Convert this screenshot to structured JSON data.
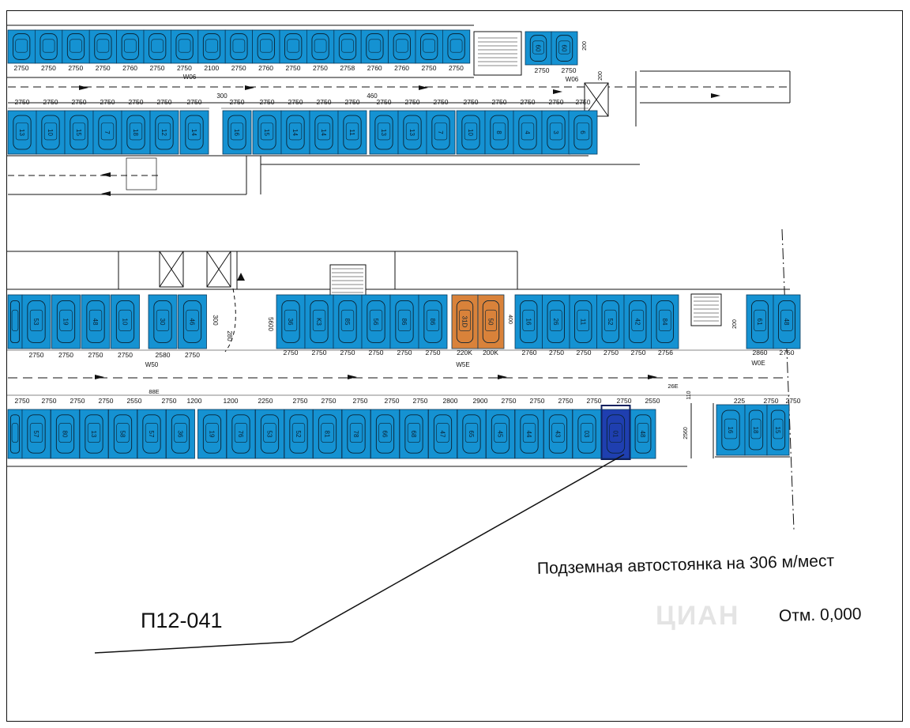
{
  "plan": {
    "title": "Подземная автостоянка на 306 м/мест",
    "elevation": "Отм. 0,000",
    "code": "П12-041",
    "watermark": "ЦИАН",
    "colors": {
      "slot": "#1592d2",
      "slot_border": "#0b3a5c",
      "selected": "#1f3fb0",
      "orange": "#d9823a",
      "line": "#111111"
    },
    "row1_top": {
      "spots": [
        "",
        "",
        "",
        "",
        "",
        "",
        "",
        "",
        "",
        "",
        "",
        "",
        "",
        "",
        "",
        "",
        "",
        "60",
        "60"
      ],
      "dims": [
        "2750",
        "2750",
        "2750",
        "2750",
        "2760",
        "2750",
        "2750",
        "2100",
        "2750",
        "2760",
        "2750",
        "2750",
        "2758",
        "2760",
        "2760",
        "2750",
        "2750",
        "2750",
        "2750"
      ],
      "wall_tag_a": "W06",
      "wall_tag_b": "W06",
      "extra": [
        "200",
        "200"
      ]
    },
    "row1_bottom": {
      "spots": [
        "13",
        "10",
        "15",
        "7",
        "18",
        "12",
        "14",
        "16",
        "15",
        "14",
        "14",
        "11",
        "13",
        "13",
        "7",
        "10",
        "8",
        "4",
        "3",
        "6"
      ],
      "dims": [
        "2750",
        "2750",
        "2750",
        "2750",
        "2750",
        "2750",
        "2750",
        "2750",
        "2750",
        "2750",
        "2750",
        "2750",
        "2750",
        "2750",
        "2750",
        "2750",
        "2750",
        "2750",
        "2750",
        "2750"
      ],
      "tags": [
        "300",
        "460"
      ]
    },
    "row2_top": {
      "spots_a": [
        "53",
        "19",
        "48",
        "10",
        "30",
        "46"
      ],
      "dims_a": [
        "2750",
        "2750",
        "2750",
        "2750",
        "2580",
        "2750"
      ],
      "spots_b": [
        "36",
        "K3",
        "85",
        "56",
        "86",
        "86"
      ],
      "dims_b": [
        "2750",
        "2750",
        "2750",
        "2750",
        "2750",
        "2750"
      ],
      "orange_spots": [
        "31D",
        "50"
      ],
      "dims_orange": [
        "220K",
        "200K"
      ],
      "spots_c": [
        "16",
        "26",
        "11",
        "52",
        "42",
        "84"
      ],
      "dims_c": [
        "2760",
        "2750",
        "2750",
        "2750",
        "2750",
        "2756"
      ],
      "spots_d": [
        "61",
        "48"
      ],
      "dims_d": [
        "2860",
        "2750"
      ],
      "tags": [
        "W50",
        "W5E",
        "W0E",
        "5600",
        "300",
        "280",
        "400",
        "200"
      ]
    },
    "row2_bottom": {
      "spots": [
        "57",
        "80",
        "13",
        "58",
        "57",
        "36",
        "19",
        "76",
        "53",
        "52",
        "81",
        "78",
        "66",
        "68",
        "47",
        "65",
        "45",
        "44",
        "43",
        "03",
        "01",
        "48",
        "16",
        "18",
        "15"
      ],
      "dims": [
        "2750",
        "2750",
        "2750",
        "2750",
        "2550",
        "2750",
        "1200",
        "1200",
        "2250",
        "2750",
        "2750",
        "2750",
        "2750",
        "2750",
        "2800",
        "2900",
        "2750",
        "2750",
        "2750",
        "2750",
        "2750",
        "2550",
        "225",
        "2750",
        "2750"
      ],
      "selected_spot": "01",
      "tags": [
        "88E",
        "26E",
        "110",
        "2560"
      ]
    }
  }
}
